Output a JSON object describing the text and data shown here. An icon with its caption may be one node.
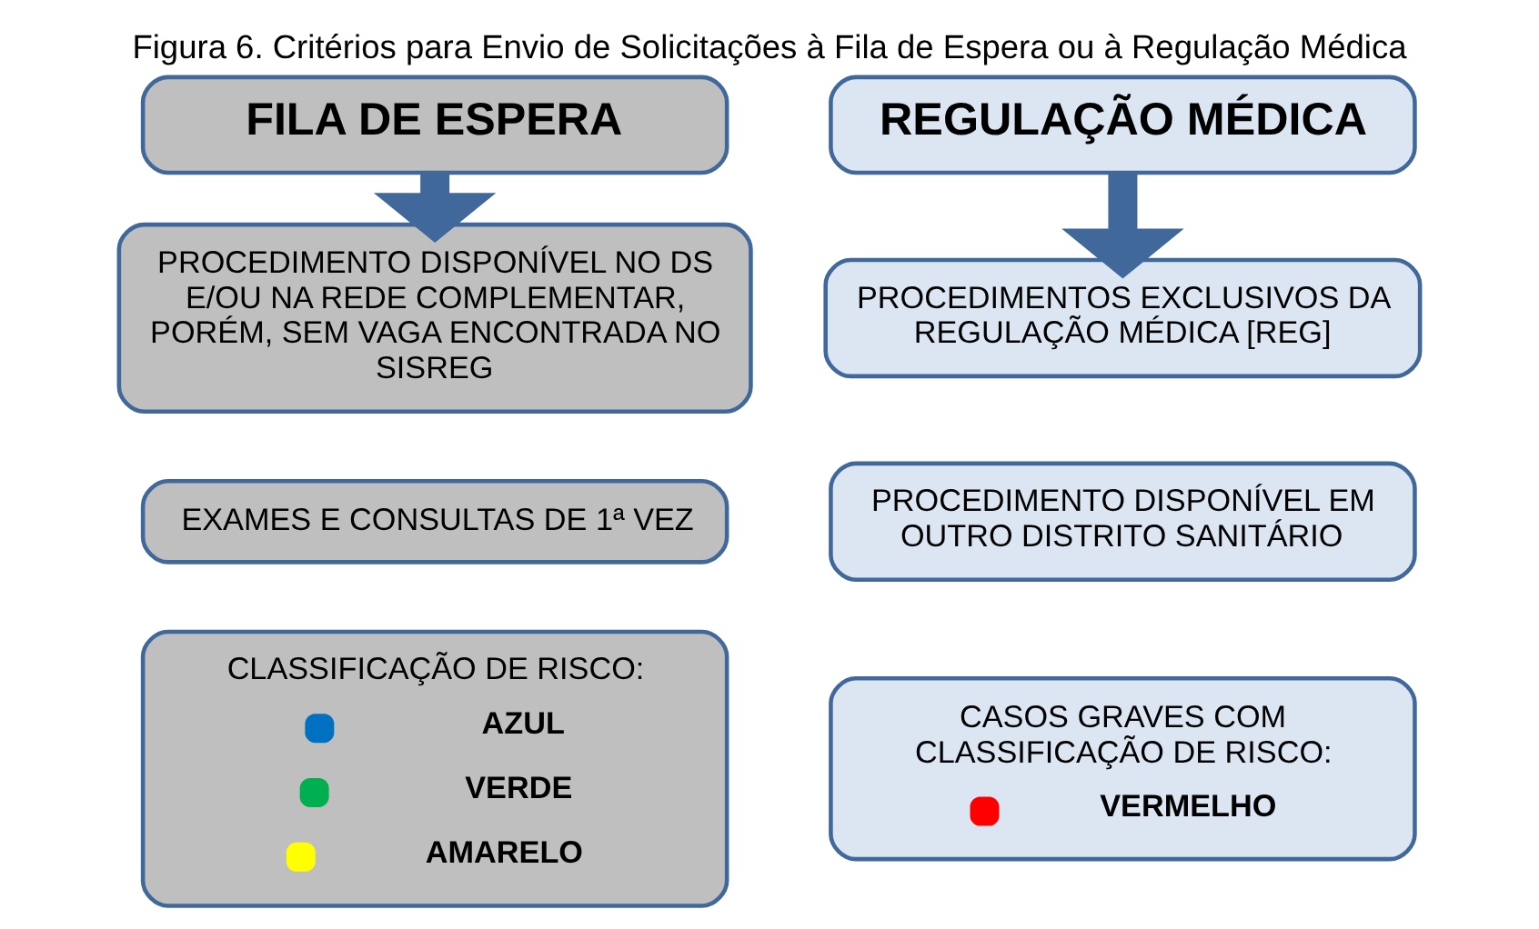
{
  "diagram": {
    "title": "Figura 6. Critérios para Envio de Solicitações à Fila de Espera ou à Regulação Médica",
    "nodes": [
      {
        "text": [
          "FILA DE ESPERA"
        ]
      },
      {
        "text": [
          "REGULAÇÃO MÉDICA"
        ]
      },
      {
        "text": [
          "PROCEDIMENTO DISPONÍVEL NO DS E/OU NA REDE COMPLEMENTAR, PORÉM, SEM VAGA ENCONTRADA NO SISREG"
        ]
      },
      {
        "text": [
          "EXAMES E CONSULTAS DE 1ª VEZ"
        ]
      },
      {
        "text": [
          "CLASSIFICAÇÃO DE RISCO:",
          "AZUL",
          "VERDE",
          "AMARELO"
        ]
      },
      {
        "text": [
          "PROCEDIMENTOS EXCLUSIVOS DA REGULAÇÃO MÉDICA [REG]"
        ]
      },
      {
        "text": [
          "PROCEDIMENTO DISPONÍVEL EM OUTRO DISTRITO SANITÁRIO"
        ]
      },
      {
        "text": [
          "CASOS GRAVES COM CLASSIFICAÇÃO DE RISCO:",
          "VERMELHO"
        ]
      }
    ],
    "edges": [
      {
        "from": 0,
        "to": 2,
        "arrow": "to"
      },
      {
        "from": 1,
        "to": 5,
        "arrow": "to"
      }
    ]
  }
}
